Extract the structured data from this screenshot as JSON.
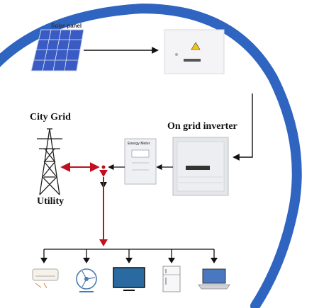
{
  "labels": {
    "panel": "Solar panel",
    "city_grid": "City Grid",
    "inverter": "On grid inverter",
    "utility": "Utility",
    "meter": "Energy Meter"
  },
  "colors": {
    "ring": "#2f65c0",
    "grid_line": "#b01020",
    "wire": "#111111",
    "panel_cell": "#3a5bc4"
  },
  "icons": [
    "solar-panel-icon",
    "combiner-box-icon",
    "transmission-tower-icon",
    "energy-meter-icon",
    "inverter-icon",
    "air-conditioner-icon",
    "fan-icon",
    "television-icon",
    "refrigerator-icon",
    "laptop-icon"
  ]
}
